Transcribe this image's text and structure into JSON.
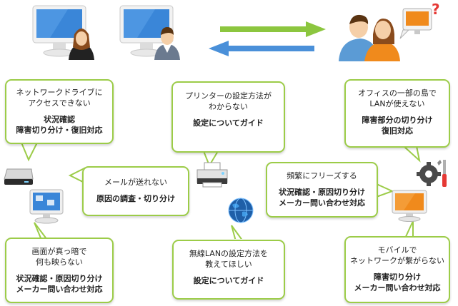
{
  "bubbles": {
    "network_drive": {
      "problem": [
        "ネットワークドライブに",
        "アクセスできない"
      ],
      "solution": [
        "状況確認",
        "障害切り分け・復旧対応"
      ]
    },
    "email": {
      "problem": [
        "メールが送れない"
      ],
      "solution": [
        "原因の調査・切り分け"
      ]
    },
    "printer": {
      "problem": [
        "プリンターの設定方法が",
        "わからない"
      ],
      "solution": [
        "設定についてガイド"
      ]
    },
    "office_lan": {
      "problem": [
        "オフィスの一部の島で",
        "LANが使えない"
      ],
      "solution": [
        "障害部分の切り分け",
        "復旧対応"
      ]
    },
    "freeze": {
      "problem": [
        "頻繁にフリーズする"
      ],
      "solution": [
        "状況確認・原因切り分け",
        "メーカー問い合わせ対応"
      ]
    },
    "black_screen": {
      "problem": [
        "画面が真っ暗で",
        "何も映らない"
      ],
      "solution": [
        "状況確認・原因切り分け",
        "メーカー問い合わせ対応"
      ]
    },
    "wireless_lan": {
      "problem": [
        "無線LANの設定方法を",
        "教えてほしい"
      ],
      "solution": [
        "設定についてガイド"
      ]
    },
    "mobile": {
      "problem": [
        "モバイルで",
        "ネットワークが繋がらない"
      ],
      "solution": [
        "障害切り分け",
        "メーカー問い合わせ対応"
      ]
    }
  },
  "colors": {
    "bubble_border": "#9ccc48",
    "arrow_green": "#8cc63f",
    "arrow_blue": "#4a90d9",
    "screen_blue": "#3a86d8",
    "screen_orange": "#f08a1c"
  },
  "icons": [
    "monitor-woman-icon",
    "monitor-man-icon",
    "support-staff-icon",
    "question-mark-icon",
    "external-drive-icon",
    "desktop-monitor-icon",
    "printer-icon",
    "globe-icon",
    "gear-tools-icon",
    "orange-monitor-icon"
  ]
}
